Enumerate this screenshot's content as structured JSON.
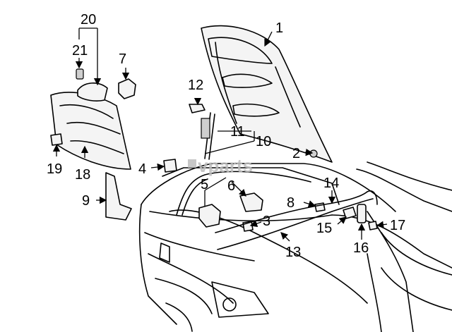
{
  "diagram": {
    "callouts": [
      "1",
      "2",
      "3",
      "4",
      "5",
      "6",
      "7",
      "8",
      "9",
      "10",
      "11",
      "12",
      "13",
      "14",
      "15",
      "16",
      "17",
      "18",
      "19",
      "20",
      "21"
    ],
    "watermark": "vparts"
  },
  "colors": {
    "line": "#000000",
    "fill": "#ffffff",
    "watermark": "#bdbdbd"
  }
}
